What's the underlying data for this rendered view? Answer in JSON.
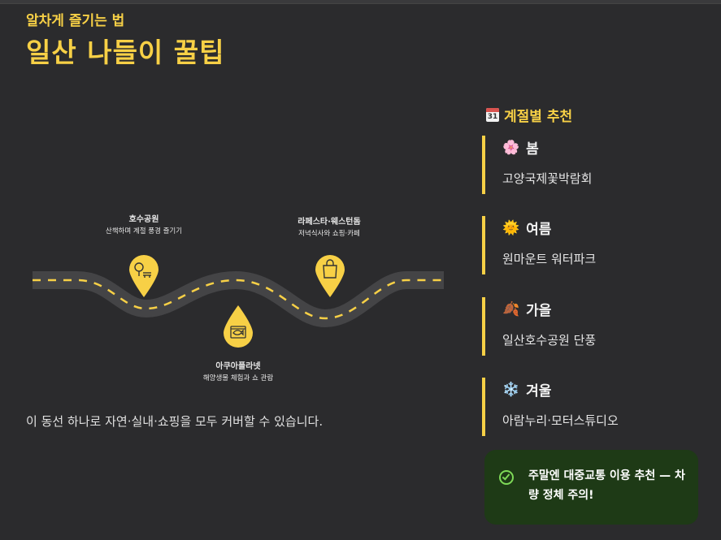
{
  "header": {
    "kicker": "알차게 즐기는 법",
    "title": "일산 나들이 꿀팁"
  },
  "route": {
    "stops": [
      {
        "title": "호수공원",
        "desc": "산책하며 계절 풍경 즐기기",
        "icon": "bench-tree-icon"
      },
      {
        "title": "아쿠아플라넷",
        "desc": "해양생물 체험과 쇼 관람",
        "icon": "aquarium-icon"
      },
      {
        "title": "라페스타·웨스턴돔",
        "desc": "저녁식사와 쇼핑·카페",
        "icon": "shopping-bag-icon"
      }
    ],
    "summary": "이 동선 하나로 자연·실내·쇼핑을 모두 커버할 수 있습니다."
  },
  "seasonal": {
    "heading": "계절별 추천",
    "calendar_day": "31",
    "items": [
      {
        "season": "봄",
        "spot": "고양국제꽃박람회",
        "icon": "cherry-blossom-icon",
        "glyph": "🌸"
      },
      {
        "season": "여름",
        "spot": "원마운트 워터파크",
        "icon": "sun-icon",
        "glyph": "🌞"
      },
      {
        "season": "가을",
        "spot": "일산호수공원 단풍",
        "icon": "maple-leaf-icon",
        "glyph": "🍂"
      },
      {
        "season": "겨울",
        "spot": "아람누리·모터스튜디오",
        "icon": "snowflake-icon",
        "glyph": "❄️"
      }
    ]
  },
  "notice": {
    "text": "주말엔 대중교통 이용 추천 — 차량 정체 주의!"
  },
  "colors": {
    "accent": "#f7d046",
    "background": "#2b2b2d",
    "road": "#444446",
    "notice_bg": "#1e3a16",
    "check": "#7ed957"
  }
}
